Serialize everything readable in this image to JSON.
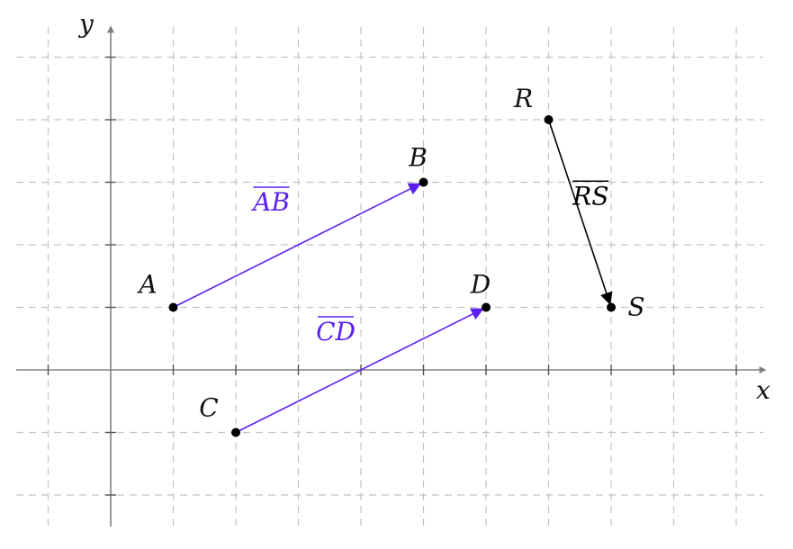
{
  "axes": {
    "x_label": "x",
    "y_label": "y",
    "xlim": [
      -1.5,
      10.5
    ],
    "ylim": [
      -2.5,
      5.5
    ],
    "grid": true,
    "axis_color": "#808080",
    "grid_color": "#c4c4c4"
  },
  "points": [
    {
      "id": "A",
      "label": "A",
      "x": 1,
      "y": 1
    },
    {
      "id": "B",
      "label": "B",
      "x": 5,
      "y": 3
    },
    {
      "id": "C",
      "label": "C",
      "x": 2,
      "y": -1
    },
    {
      "id": "D",
      "label": "D",
      "x": 6,
      "y": 1
    },
    {
      "id": "R",
      "label": "R",
      "x": 7,
      "y": 4
    },
    {
      "id": "S",
      "label": "S",
      "x": 8,
      "y": 1
    }
  ],
  "vectors": [
    {
      "id": "AB",
      "from": "A",
      "to": "B",
      "label": "AB",
      "color": "#5b1ff2"
    },
    {
      "id": "CD",
      "from": "C",
      "to": "D",
      "label": "CD",
      "color": "#5b1ff2"
    },
    {
      "id": "RS",
      "from": "R",
      "to": "S",
      "label": "RS",
      "color": "#000000"
    }
  ]
}
